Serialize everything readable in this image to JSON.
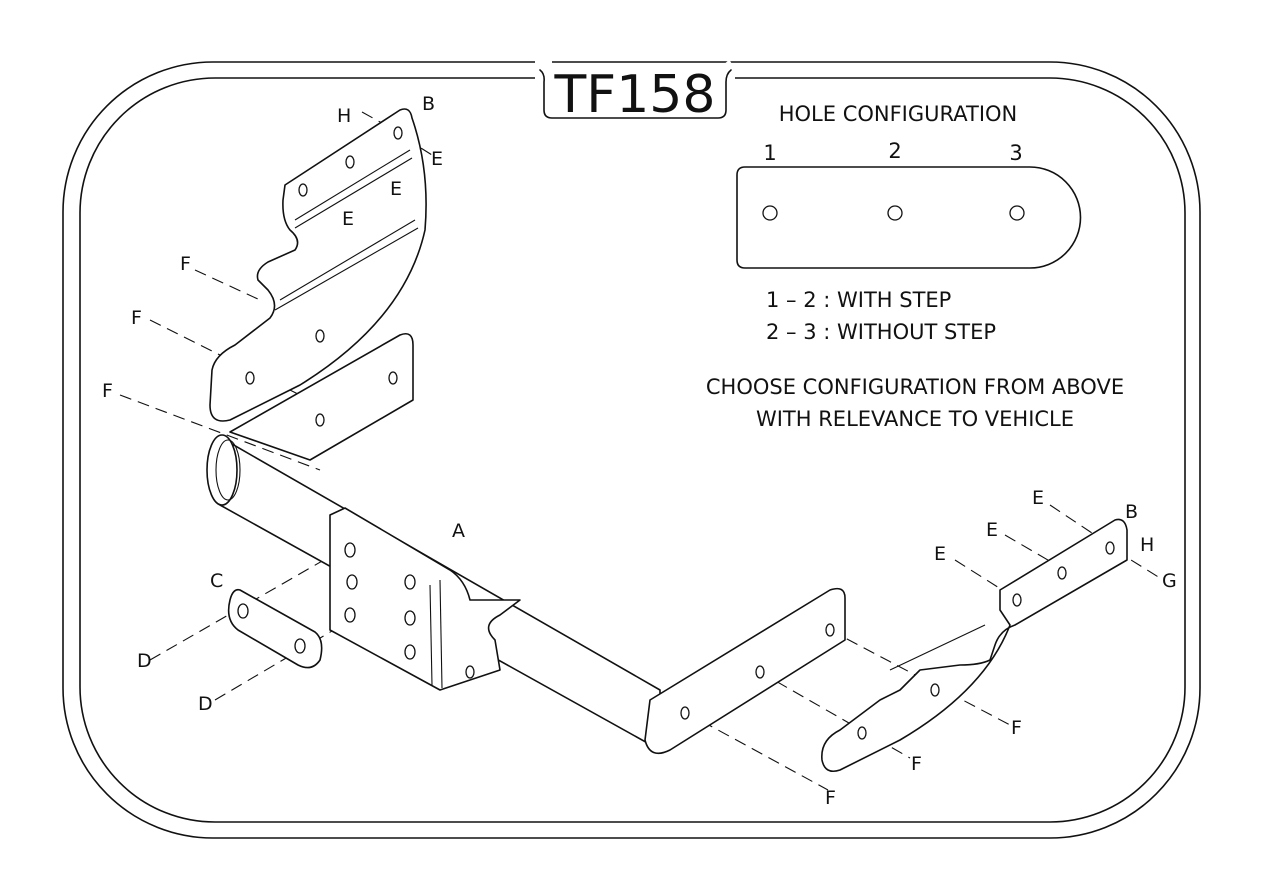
{
  "title": "TF158",
  "hole_configuration": {
    "heading": "HOLE CONFIGURATION",
    "positions": [
      "1",
      "2",
      "3"
    ],
    "options": [
      "1 – 2 : WITH STEP",
      "2 – 3 : WITHOUT STEP"
    ],
    "instruction_lines": [
      "CHOOSE CONFIGURATION FROM ABOVE",
      "WITH RELEVANCE TO VEHICLE"
    ]
  },
  "callouts": [
    "H",
    "B",
    "E",
    "E",
    "E",
    "F",
    "F",
    "F",
    "A",
    "C",
    "D",
    "D",
    "E",
    "B",
    "E",
    "H",
    "E",
    "G",
    "F",
    "F",
    "F"
  ]
}
